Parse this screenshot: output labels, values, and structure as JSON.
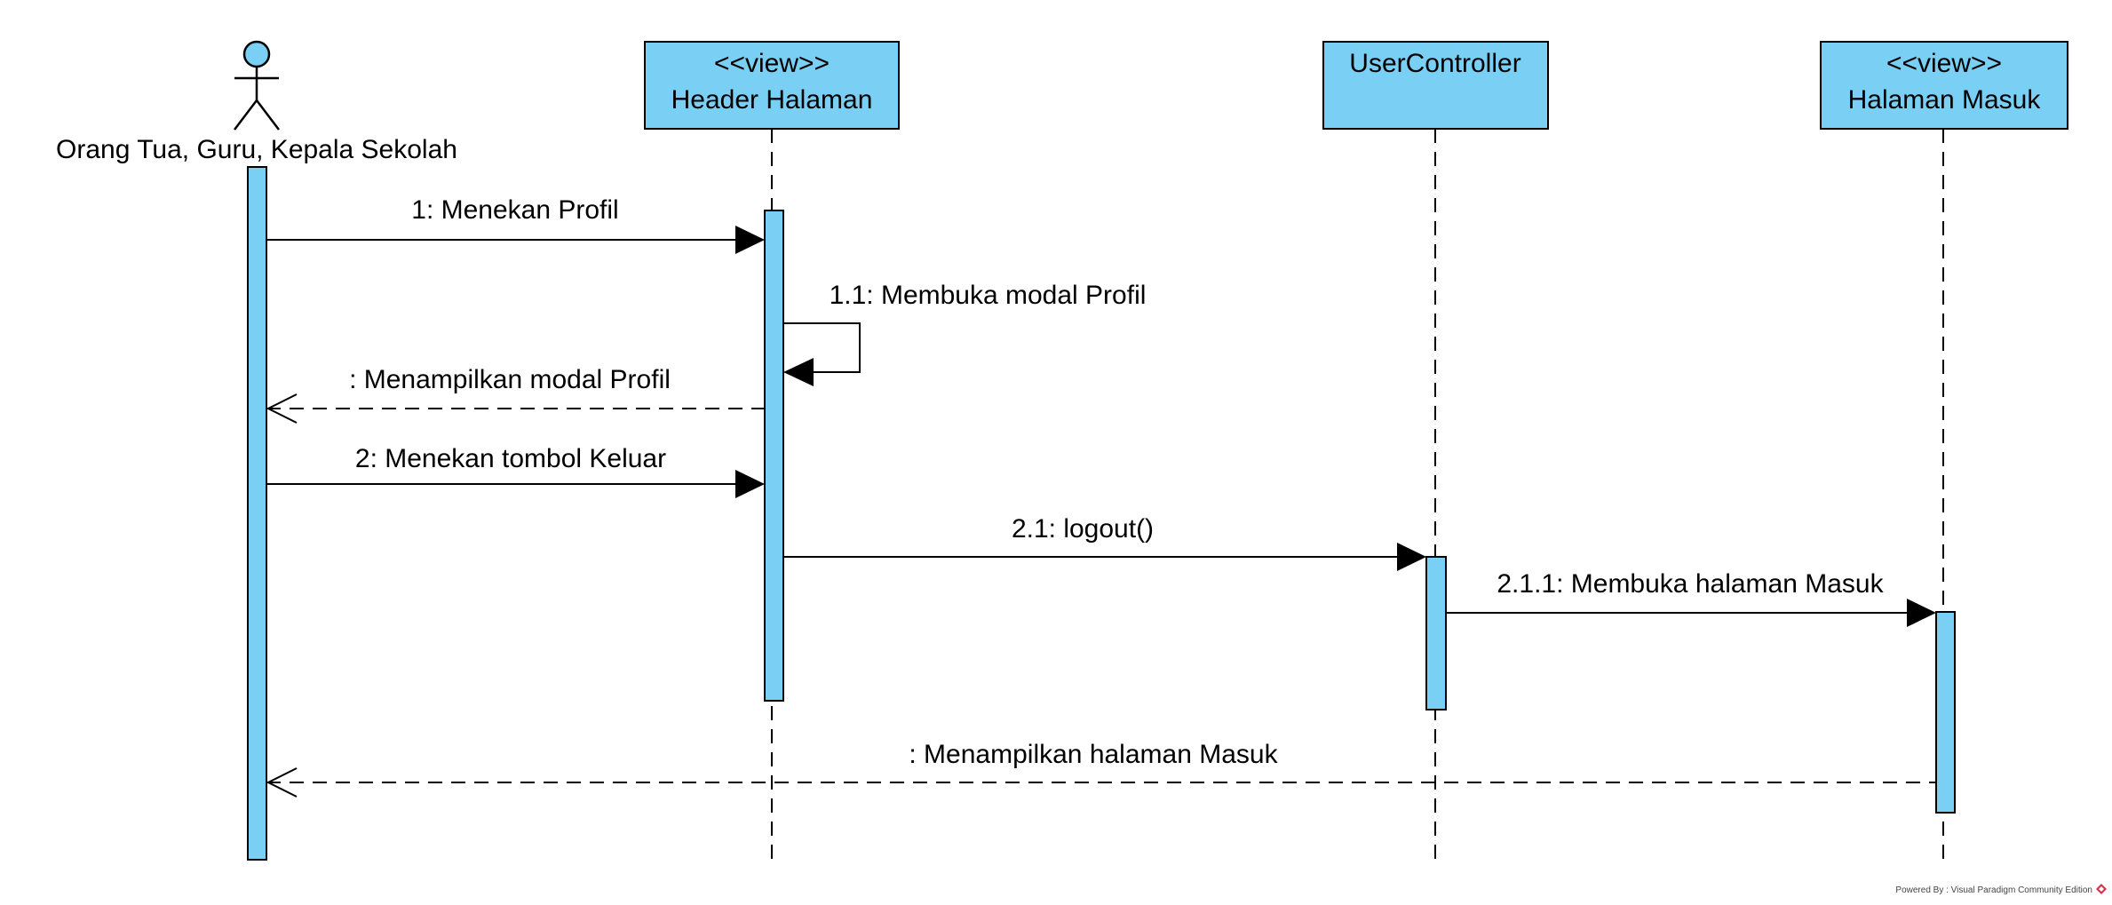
{
  "colors": {
    "fill": "#7ACFF5",
    "stroke": "#000000",
    "background": "#FFFFFF",
    "logo": "#D9304C"
  },
  "actor": {
    "name": "Orang Tua, Guru, Kepala Sekolah",
    "icon": "stick-figure-icon"
  },
  "lifelines": [
    {
      "stereotype": "<<view>>",
      "name": "Header Halaman"
    },
    {
      "stereotype": "",
      "name": "UserController"
    },
    {
      "stereotype": "<<view>>",
      "name": "Halaman Masuk"
    }
  ],
  "messages": [
    {
      "label": "1: Menekan Profil",
      "kind": "sync"
    },
    {
      "label": "1.1: Membuka modal Profil",
      "kind": "self"
    },
    {
      "label": ": Menampilkan modal Profil",
      "kind": "return"
    },
    {
      "label": "2: Menekan tombol Keluar",
      "kind": "sync"
    },
    {
      "label": "2.1: logout()",
      "kind": "sync"
    },
    {
      "label": "2.1.1: Membuka halaman Masuk",
      "kind": "sync"
    },
    {
      "label": ": Menampilkan halaman Masuk",
      "kind": "return"
    }
  ],
  "footer": {
    "text": "Powered By : Visual Paradigm Community Edition",
    "logo_icon": "visual-paradigm-logo-icon"
  }
}
